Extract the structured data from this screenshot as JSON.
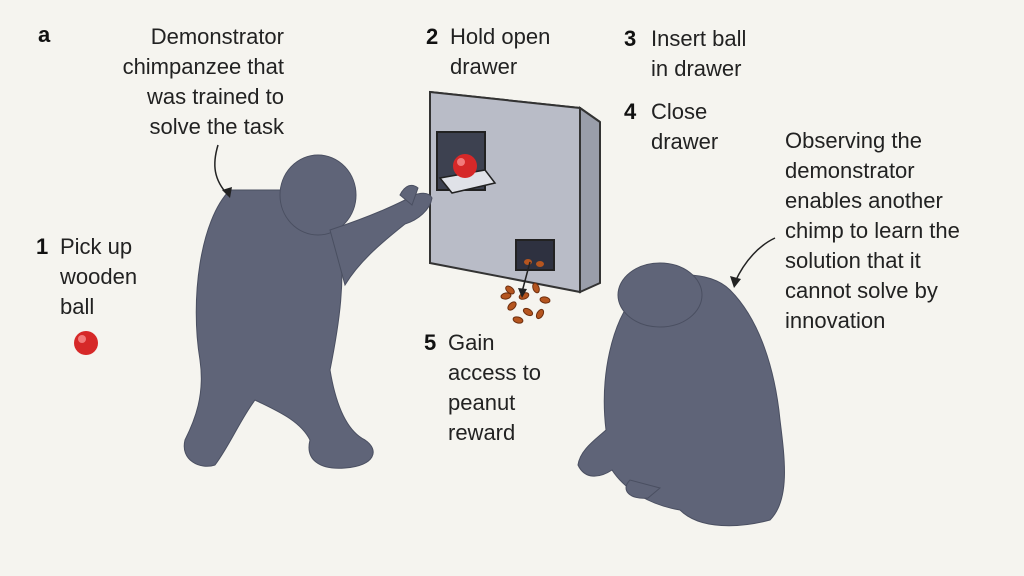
{
  "panel_label": "a",
  "demonstrator_caption": "Demonstrator\nchimpanzee that\nwas trained to\nsolve the task",
  "observer_caption": "Observing the\ndemonstrator\nenables another\nchimp to learn the\nsolution that it\ncannot solve by\ninnovation",
  "steps": [
    {
      "number": "1",
      "text": "Pick up\nwooden\nball"
    },
    {
      "number": "2",
      "text": "Hold open\ndrawer"
    },
    {
      "number": "3",
      "text": "Insert ball\nin drawer"
    },
    {
      "number": "4",
      "text": "Close\ndrawer"
    },
    {
      "number": "5",
      "text": "Gain\naccess to\npeanut\nreward"
    }
  ],
  "colors": {
    "background": "#f5f4ef",
    "chimp": "#5f6478",
    "chimp_dark": "#4a4f61",
    "box_front": "#b9bcc7",
    "box_side": "#9a9eaa",
    "ball": "#d62828",
    "peanut": "#b5551f"
  }
}
